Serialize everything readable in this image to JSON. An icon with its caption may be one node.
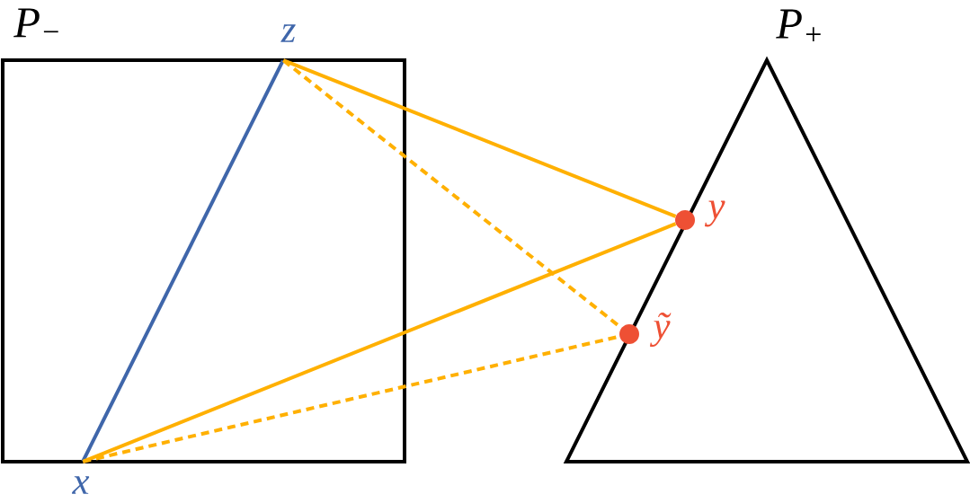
{
  "diagram": {
    "nodes": [
      {
        "text": [
          "P$_{−}$"
        ]
      },
      {
        "text": [
          "P$_{+}$"
        ]
      },
      {
        "text": [
          "z"
        ]
      },
      {
        "text": [
          "x"
        ]
      },
      {
        "text": [
          "y"
        ]
      },
      {
        "text": [
          "ỹ"
        ]
      }
    ],
    "edges": [
      {
        "from": 2,
        "to": 3,
        "arrow": "none",
        "color": "#3f66aa"
      },
      {
        "from": 2,
        "to": 4,
        "arrow": "none"
      },
      {
        "from": 2,
        "to": 5,
        "arrow": "none",
        "style": "dashed"
      },
      {
        "from": 3,
        "to": 4,
        "arrow": "none"
      },
      {
        "from": 3,
        "to": 5,
        "arrow": "none",
        "style": "dashed"
      }
    ]
  }
}
